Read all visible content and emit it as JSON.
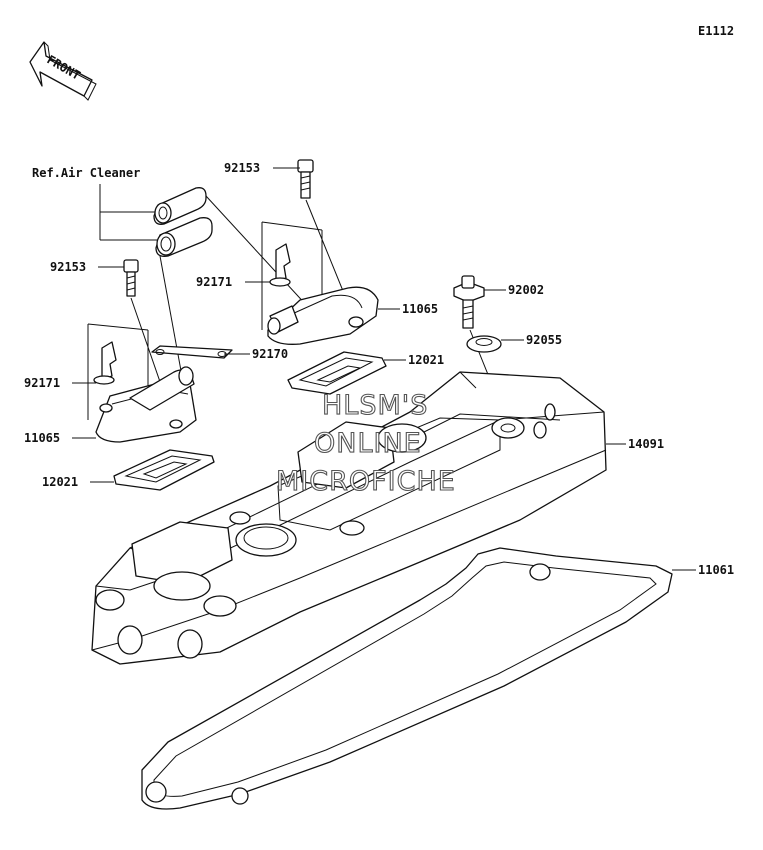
{
  "diagram_code": "E1112",
  "front_arrow_label": "FRONT",
  "reference_note": "Ref.Air Cleaner",
  "watermark": [
    "HLSM'S",
    "ONLINE",
    "MICROFICHE"
  ],
  "callouts": [
    {
      "id": "c1",
      "part": "92153"
    },
    {
      "id": "c2",
      "part": "92153"
    },
    {
      "id": "c3",
      "part": "92171"
    },
    {
      "id": "c4",
      "part": "92171"
    },
    {
      "id": "c5",
      "part": "11065"
    },
    {
      "id": "c6",
      "part": "11065"
    },
    {
      "id": "c7",
      "part": "92170"
    },
    {
      "id": "c8",
      "part": "12021"
    },
    {
      "id": "c9",
      "part": "12021"
    },
    {
      "id": "c10",
      "part": "92002"
    },
    {
      "id": "c11",
      "part": "92055"
    },
    {
      "id": "c12",
      "part": "14091"
    },
    {
      "id": "c13",
      "part": "11061"
    }
  ]
}
